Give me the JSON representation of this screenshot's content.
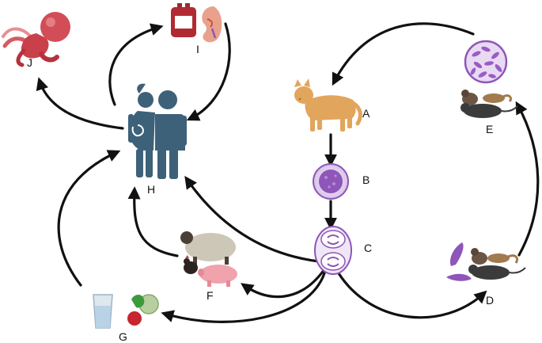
{
  "labels": {
    "a": "A",
    "b": "B",
    "c": "C",
    "d": "D",
    "e": "E",
    "f": "F",
    "g": "G",
    "h": "H",
    "i": "I",
    "j": "J"
  },
  "icons": {
    "a": "cat-icon",
    "b": "oocyst-icon",
    "c": "sporulated-oocyst-icon",
    "d": "tachyzoite-rodent-icon",
    "e": "tissue-cyst-rodent-icon",
    "f": "livestock-icon",
    "g": "water-vegetables-icon",
    "h": "human-couple-icon",
    "i": "blood-kidney-icon",
    "j": "fetus-icon"
  },
  "colors": {
    "arrow": "#111111",
    "human": "#3d6178",
    "cat": "#e2a55c",
    "parasite": "#8e56b8",
    "cyst_fill": "#e8daf3",
    "rodent": "#3b3b3b",
    "sheep": "#cdc7b8",
    "pig": "#f0a2ad",
    "fetus": "#c9404a"
  }
}
